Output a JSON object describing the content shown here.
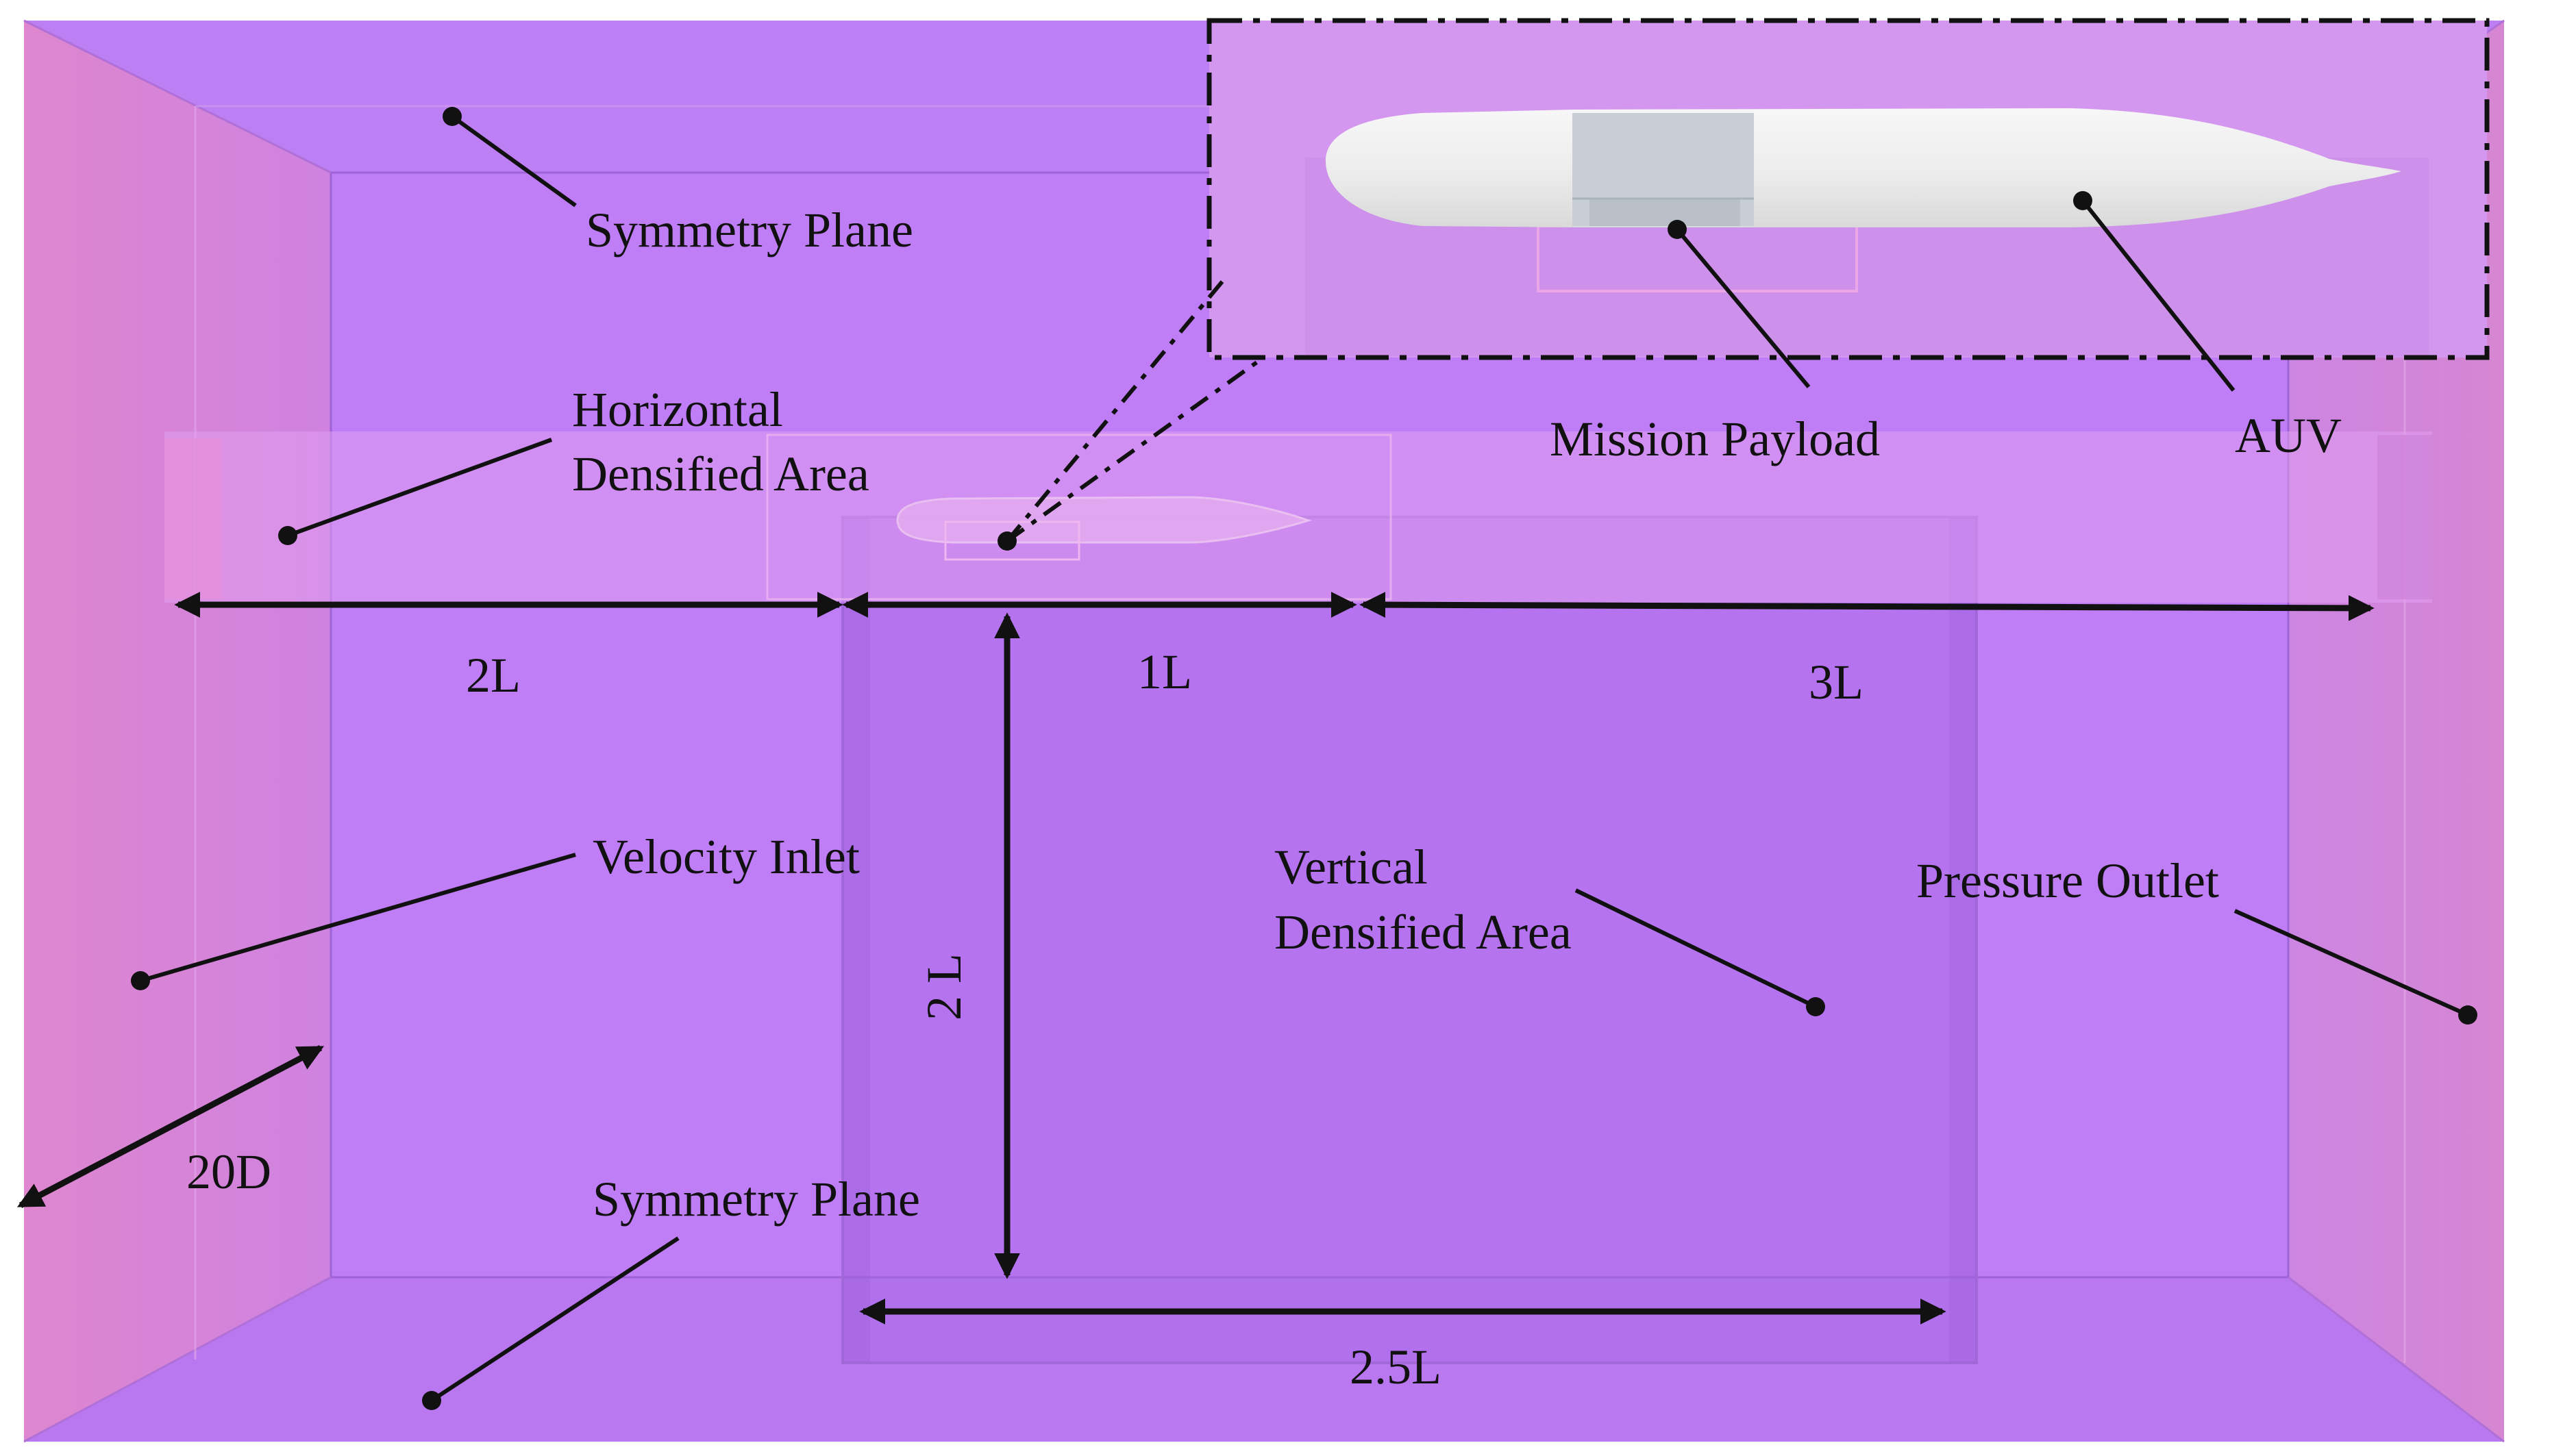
{
  "labels": {
    "symmetry_plane_top": "Symmetry Plane",
    "symmetry_plane_bottom": "Symmetry Plane",
    "horizontal_densified_line1": "Horizontal",
    "horizontal_densified_line2": "Densified Area",
    "mission_payload": "Mission Payload",
    "auv": "AUV",
    "velocity_inlet": "Velocity Inlet",
    "vertical_densified_line1": "Vertical",
    "vertical_densified_line2": "Densified Area",
    "pressure_outlet": "Pressure Outlet"
  },
  "dimensions": {
    "inlet_to_body": "2L",
    "body_length": "1L",
    "body_to_outlet": "3L",
    "vertical_height": "2 L",
    "vertical_width": "2.5L",
    "domain_depth": "20D"
  },
  "colors": {
    "domain_back": "#c07ef7",
    "domain_top_bottom": "#b877f2",
    "side_walls": "#d584da",
    "inset_fill": "#d296f0",
    "auv_body": "#ededed",
    "payload": "#c9cfd6"
  }
}
